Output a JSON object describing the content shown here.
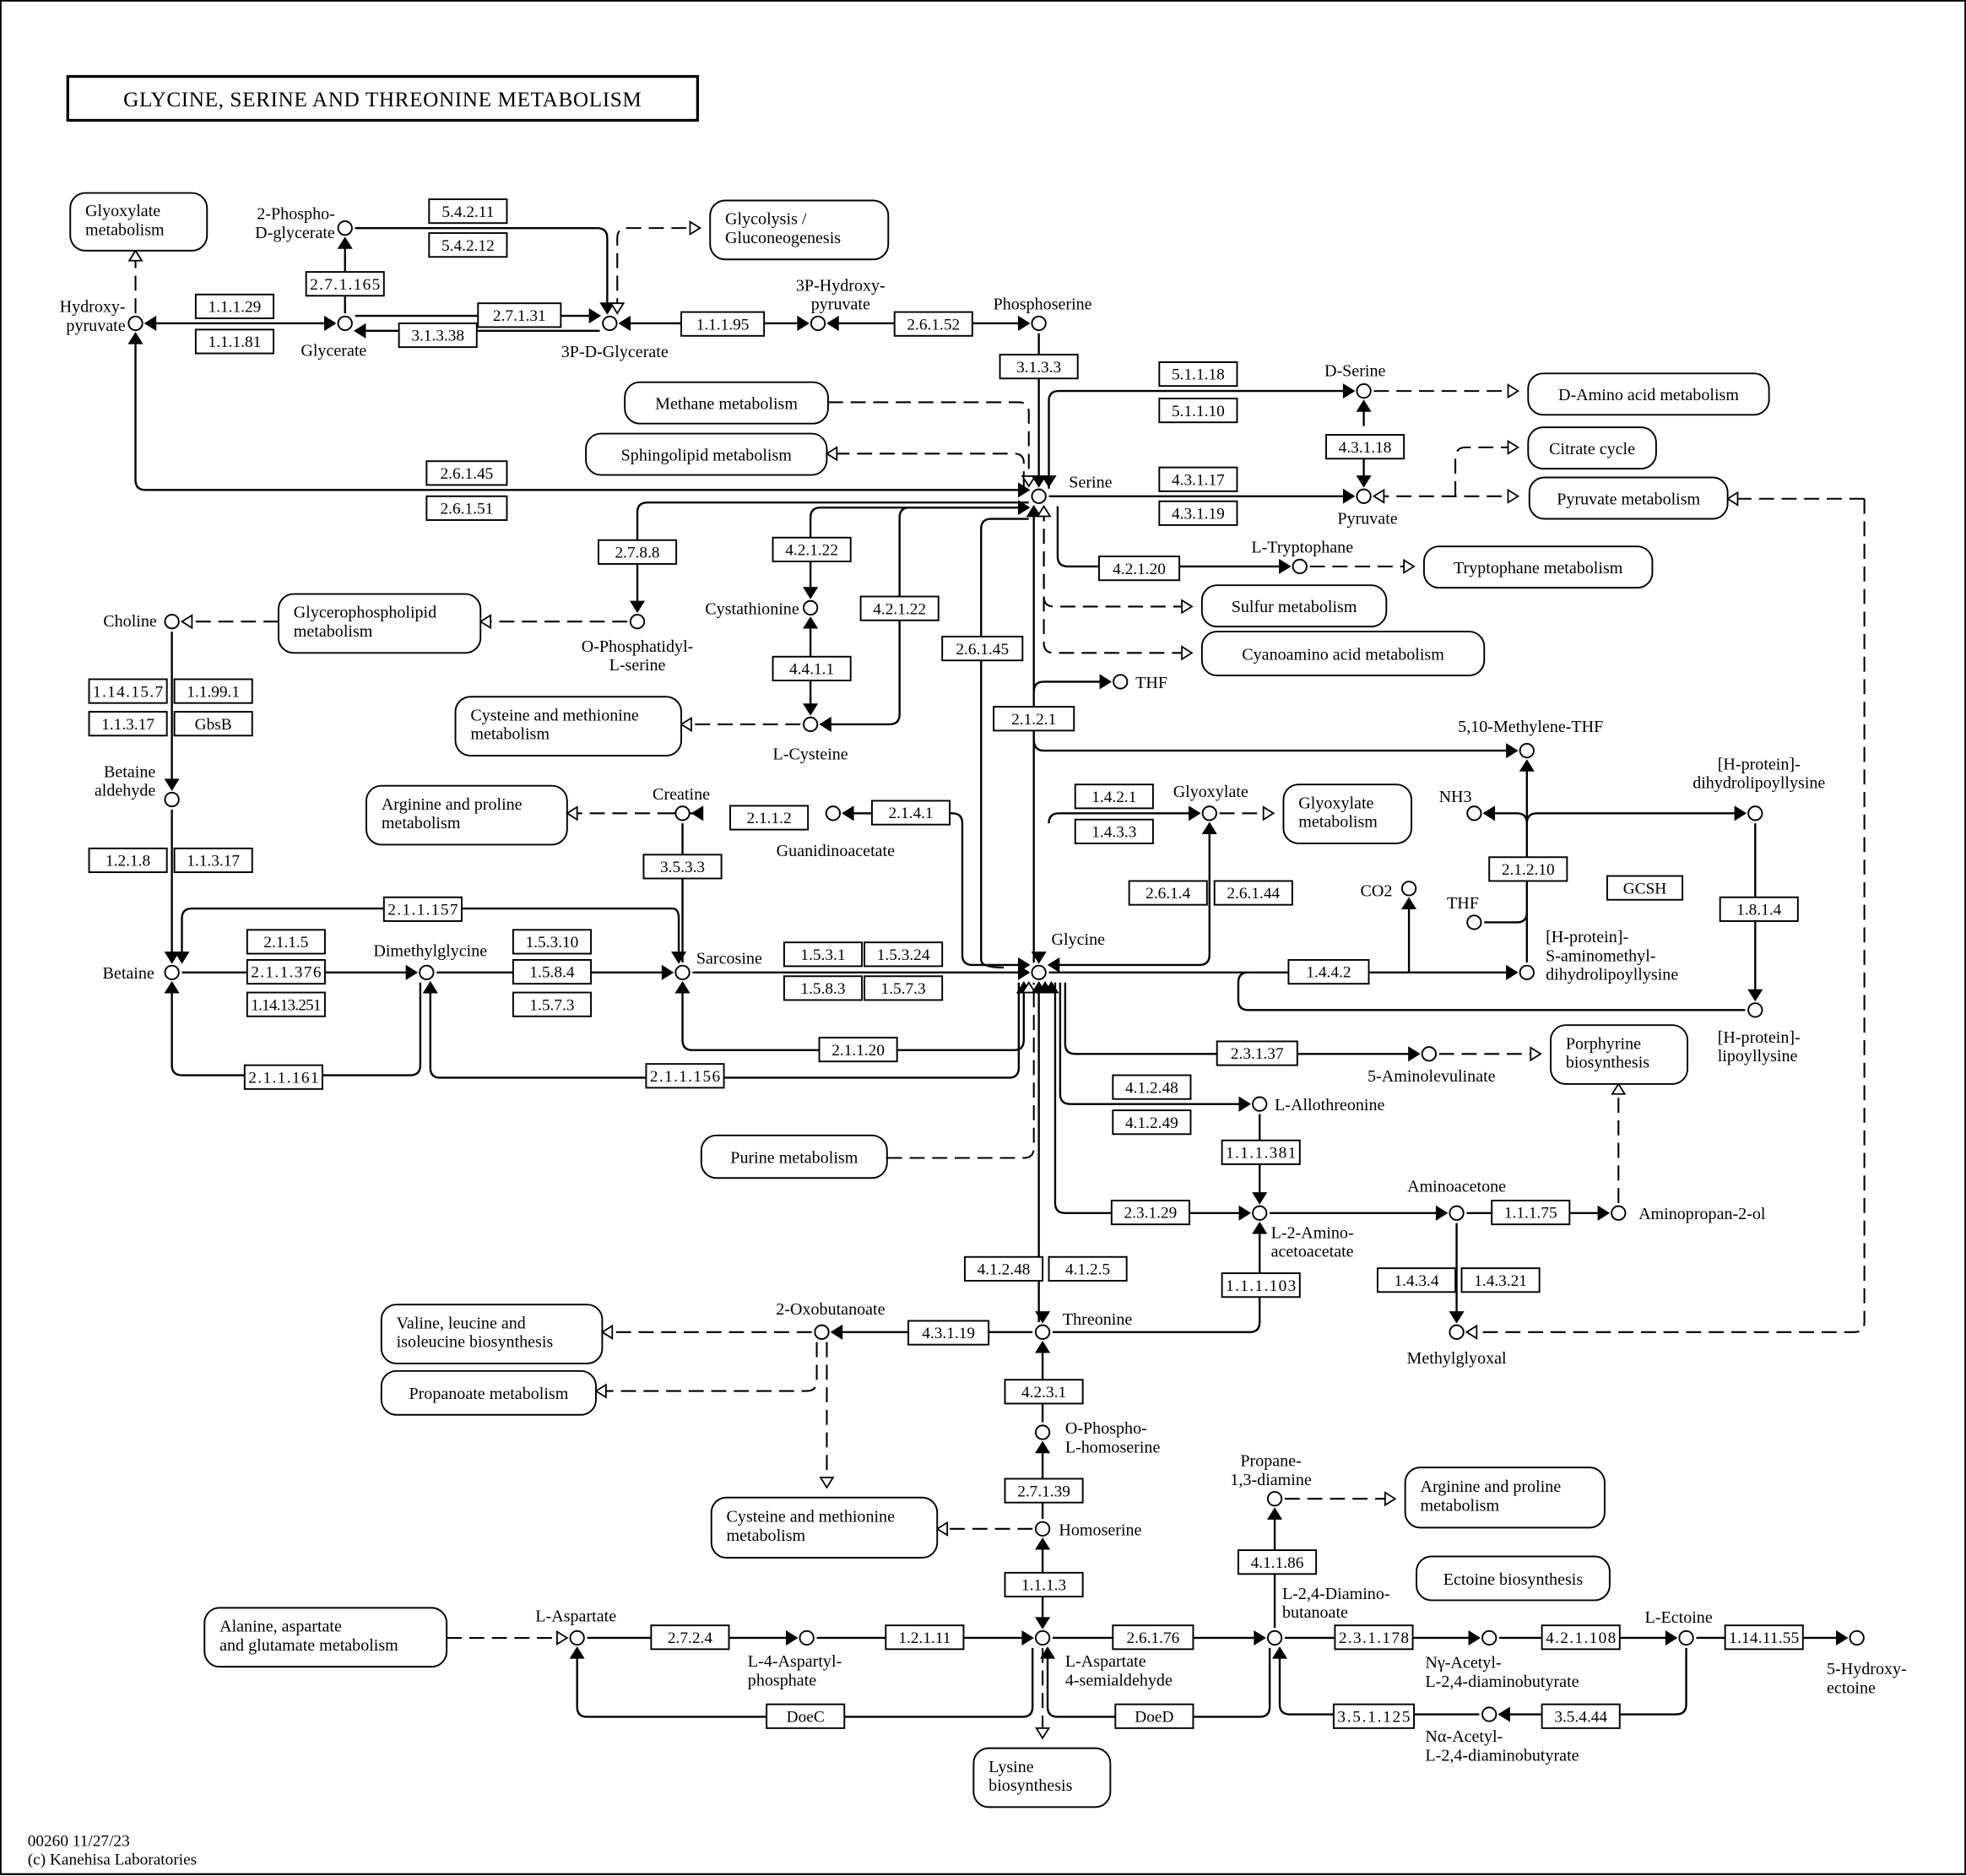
{
  "title": "GLYCINE, SERINE AND THREONINE METABOLISM",
  "footer": {
    "map_id_date": "00260 11/27/23",
    "copyright": "(c) Kanehisa Laboratories"
  },
  "colors": {
    "line": "#000000",
    "background": "#ffffff"
  },
  "compounds": [
    {
      "id": "hydroxypyruvate",
      "label": [
        "Hydroxy-",
        "pyruvate"
      ]
    },
    {
      "id": "2-phospho-d-glycerate",
      "label": [
        "2-Phospho-",
        "D-glycerate"
      ]
    },
    {
      "id": "glycerate",
      "label": [
        "Glycerate"
      ]
    },
    {
      "id": "3p-d-glycerate",
      "label": [
        "3P-D-Glycerate"
      ]
    },
    {
      "id": "3p-hydroxypyruvate",
      "label": [
        "3P-Hydroxy-",
        "pyruvate"
      ]
    },
    {
      "id": "phosphoserine",
      "label": [
        "Phosphoserine"
      ]
    },
    {
      "id": "d-serine",
      "label": [
        "D-Serine"
      ]
    },
    {
      "id": "serine",
      "label": [
        "Serine"
      ]
    },
    {
      "id": "pyruvate",
      "label": [
        "Pyruvate"
      ]
    },
    {
      "id": "l-tryptophane",
      "label": [
        "L-Tryptophane"
      ]
    },
    {
      "id": "choline",
      "label": [
        "Choline"
      ]
    },
    {
      "id": "o-phosphatidyl-l-serine",
      "label": [
        "O-Phosphatidyl-",
        "L-serine"
      ]
    },
    {
      "id": "cystathionine",
      "label": [
        "Cystathionine"
      ]
    },
    {
      "id": "l-cysteine",
      "label": [
        "L-Cysteine"
      ]
    },
    {
      "id": "thf-1",
      "label": [
        "THF"
      ]
    },
    {
      "id": "methylene-thf",
      "label": [
        "5,10-Methylene-THF"
      ]
    },
    {
      "id": "betaine-aldehyde",
      "label": [
        "Betaine",
        "aldehyde"
      ]
    },
    {
      "id": "creatine",
      "label": [
        "Creatine"
      ]
    },
    {
      "id": "guanidinoacetate",
      "label": [
        "Guanidinoacetate"
      ]
    },
    {
      "id": "glyoxylate",
      "label": [
        "Glyoxylate"
      ]
    },
    {
      "id": "nh3",
      "label": [
        "NH3"
      ]
    },
    {
      "id": "h-protein-dihydrolipoyllysine",
      "label": [
        "[H-protein]-",
        "dihydrolipoyllysine"
      ]
    },
    {
      "id": "co2",
      "label": [
        "CO2"
      ]
    },
    {
      "id": "thf-2",
      "label": [
        "THF"
      ]
    },
    {
      "id": "h-protein-s-aminomethyl",
      "label": [
        "[H-protein]-",
        "S-aminomethyl-",
        "dihydrolipoyllysine"
      ]
    },
    {
      "id": "h-protein-lipoyllysine",
      "label": [
        "[H-protein]-",
        "lipoyllysine"
      ]
    },
    {
      "id": "betaine",
      "label": [
        "Betaine"
      ]
    },
    {
      "id": "dimethylglycine",
      "label": [
        "Dimethylglycine"
      ]
    },
    {
      "id": "sarcosine",
      "label": [
        "Sarcosine"
      ]
    },
    {
      "id": "glycine",
      "label": [
        "Glycine"
      ]
    },
    {
      "id": "5-aminolevulinate",
      "label": [
        "5-Aminolevulinate"
      ]
    },
    {
      "id": "l-allothreonine",
      "label": [
        "L-Allothreonine"
      ]
    },
    {
      "id": "aminoacetone",
      "label": [
        "Aminoacetone"
      ]
    },
    {
      "id": "l-2-amino-acetoacetate",
      "label": [
        "L-2-Amino-",
        "acetoacetate"
      ]
    },
    {
      "id": "aminopropan-2-ol",
      "label": [
        "Aminopropan-2-ol"
      ]
    },
    {
      "id": "methylglyoxal",
      "label": [
        "Methylglyoxal"
      ]
    },
    {
      "id": "2-oxobutanoate",
      "label": [
        "2-Oxobutanoate"
      ]
    },
    {
      "id": "threonine",
      "label": [
        "Threonine"
      ]
    },
    {
      "id": "o-phospho-l-homoserine",
      "label": [
        "O-Phospho-",
        "L-homoserine"
      ]
    },
    {
      "id": "homoserine",
      "label": [
        "Homoserine"
      ]
    },
    {
      "id": "propane-1-3-diamine",
      "label": [
        "Propane-",
        "1,3-diamine"
      ]
    },
    {
      "id": "l-aspartate",
      "label": [
        "L-Aspartate"
      ]
    },
    {
      "id": "l-4-aspartyl-phosphate",
      "label": [
        "L-4-Aspartyl-",
        "phosphate"
      ]
    },
    {
      "id": "l-aspartate-4-semialdehyde",
      "label": [
        "L-Aspartate",
        "4-semialdehyde"
      ]
    },
    {
      "id": "l-2-4-diaminobutanoate",
      "label": [
        "L-2,4-Diamino-",
        "butanoate"
      ]
    },
    {
      "id": "ngamma-acetyl",
      "label": [
        "Nγ-Acetyl-",
        "L-2,4-diaminobutyrate"
      ]
    },
    {
      "id": "l-ectoine",
      "label": [
        "L-Ectoine"
      ]
    },
    {
      "id": "5-hydroxyectoine",
      "label": [
        "5-Hydroxy-",
        "ectoine"
      ]
    },
    {
      "id": "nalpha-acetyl",
      "label": [
        "Nα-Acetyl-",
        "L-2,4-diaminobutyrate"
      ]
    }
  ],
  "enzymes": [
    "5.4.2.11",
    "5.4.2.12",
    "2.7.1.165",
    "1.1.1.29",
    "1.1.1.81",
    "2.7.1.31",
    "3.1.3.38",
    "1.1.1.95",
    "2.6.1.52",
    "3.1.3.3",
    "5.1.1.18",
    "5.1.1.10",
    "4.3.1.18",
    "4.3.1.17",
    "4.3.1.19",
    "2.6.1.45",
    "2.6.1.51",
    "4.2.1.20",
    "2.7.8.8",
    "4.2.1.22",
    "4.2.1.22",
    "4.4.1.1",
    "2.6.1.45",
    "2.1.2.1",
    "1.14.15.7",
    "1.1.99.1",
    "1.1.3.17",
    "GbsB",
    "1.2.1.8",
    "1.1.3.17",
    "2.1.1.2",
    "2.1.4.1",
    "3.5.3.3",
    "1.4.2.1",
    "1.4.3.3",
    "2.6.1.4",
    "2.6.1.44",
    "2.1.2.10",
    "GCSH",
    "1.8.1.4",
    "1.4.4.2",
    "2.1.1.157",
    "2.1.1.5",
    "2.1.1.376",
    "1.14.13.251",
    "1.5.3.10",
    "1.5.8.4",
    "1.5.7.3",
    "1.5.3.1",
    "1.5.3.24",
    "1.5.8.3",
    "1.5.7.3",
    "2.1.1.20",
    "2.1.1.161",
    "2.1.1.156",
    "2.3.1.37",
    "4.1.2.48",
    "4.1.2.49",
    "1.1.1.381",
    "2.3.1.29",
    "1.1.1.75",
    "1.4.3.4",
    "1.4.3.21",
    "4.1.2.48",
    "4.1.2.5",
    "1.1.1.103",
    "4.3.1.19",
    "4.2.3.1",
    "2.7.1.39",
    "1.1.1.3",
    "4.1.1.86",
    "2.7.2.4",
    "1.2.1.11",
    "2.6.1.76",
    "2.3.1.178",
    "4.2.1.108",
    "1.14.11.55",
    "DoeC",
    "DoeD",
    "3.5.1.125",
    "3.5.4.44"
  ],
  "maps": [
    {
      "id": "glyoxylate-metabolism-1",
      "label": [
        "Glyoxylate",
        "metabolism"
      ]
    },
    {
      "id": "glycolysis",
      "label": [
        "Glycolysis /",
        "Gluconeogenesis"
      ]
    },
    {
      "id": "methane-metabolism",
      "label": [
        "Methane metabolism"
      ]
    },
    {
      "id": "sphingolipid-metabolism",
      "label": [
        "Sphingolipid metabolism"
      ]
    },
    {
      "id": "d-amino-acid-metabolism",
      "label": [
        "D-Amino acid metabolism"
      ]
    },
    {
      "id": "citrate-cycle",
      "label": [
        "Citrate cycle"
      ]
    },
    {
      "id": "pyruvate-metabolism",
      "label": [
        "Pyruvate metabolism"
      ]
    },
    {
      "id": "tryptophane-metabolism",
      "label": [
        "Tryptophane metabolism"
      ]
    },
    {
      "id": "sulfur-metabolism",
      "label": [
        "Sulfur metabolism"
      ]
    },
    {
      "id": "cyanoamino-acid-metabolism",
      "label": [
        "Cyanoamino acid metabolism"
      ]
    },
    {
      "id": "glycerophospholipid-metabolism",
      "label": [
        "Glycerophospholipid",
        "metabolism"
      ]
    },
    {
      "id": "cysteine-methionine-metabolism-1",
      "label": [
        "Cysteine and methionine",
        "metabolism"
      ]
    },
    {
      "id": "arginine-proline-metabolism-1",
      "label": [
        "Arginine and proline",
        "metabolism"
      ]
    },
    {
      "id": "glyoxylate-metabolism-2",
      "label": [
        "Glyoxylate",
        "metabolism"
      ]
    },
    {
      "id": "porphyrine-biosynthesis",
      "label": [
        "Porphyrine",
        "biosynthesis"
      ]
    },
    {
      "id": "purine-metabolism",
      "label": [
        "Purine metabolism"
      ]
    },
    {
      "id": "valine-leucine-isoleucine-biosynthesis",
      "label": [
        "Valine, leucine and",
        "isoleucine biosynthesis"
      ]
    },
    {
      "id": "propanoate-metabolism",
      "label": [
        "Propanoate metabolism"
      ]
    },
    {
      "id": "cysteine-methionine-metabolism-2",
      "label": [
        "Cysteine and methionine",
        "metabolism"
      ]
    },
    {
      "id": "arginine-proline-metabolism-2",
      "label": [
        "Arginine and proline",
        "metabolism"
      ]
    },
    {
      "id": "ectoine-biosynthesis",
      "label": [
        "Ectoine biosynthesis"
      ]
    },
    {
      "id": "alanine-aspartate-glutamate-metabolism",
      "label": [
        "Alanine, aspartate",
        "and glutamate metabolism"
      ]
    },
    {
      "id": "lysine-biosynthesis",
      "label": [
        "Lysine",
        "biosynthesis"
      ]
    }
  ]
}
